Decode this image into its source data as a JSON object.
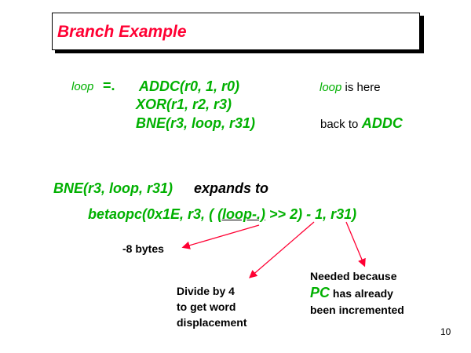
{
  "title": "Branch Example",
  "code_block": {
    "label": "loop",
    "label_op": "=.",
    "lines": [
      "ADDC(r0, 1, r0)",
      "XOR(r1, r2, r3)",
      "BNE(r3, loop, r31)"
    ],
    "annot1_green": "loop",
    "annot1_black": "is here",
    "annot2_black": "back to",
    "annot2_green": "ADDC"
  },
  "expansion": {
    "macro": "BNE(r3, loop, r31)",
    "expands_to": "expands to",
    "pre": "betaopc(0x1E, r3, ( ",
    "underlined": "(loop-.)",
    "post": " >> 2) - 1, r31)"
  },
  "notes": {
    "bytes": "-8 bytes",
    "divide": [
      "Divide by 4",
      "to get word",
      "displacement"
    ],
    "needed_line1": "Needed because",
    "needed_pc": "PC",
    "needed_line2_rest": "has already",
    "needed_line3": "been incremented"
  },
  "page_number": "10",
  "colors": {
    "green": "#00b000",
    "red": "#ff0033"
  }
}
